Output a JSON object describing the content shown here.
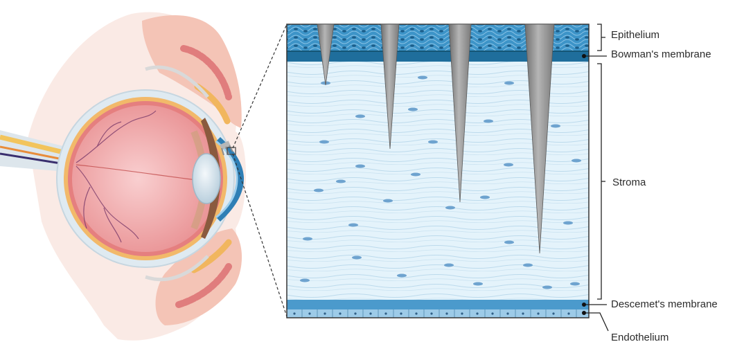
{
  "labels": {
    "epithelium": "Epithelium",
    "bowman": "Bowman's membrane",
    "stroma": "Stroma",
    "descemet": "Descemet's membrane",
    "endothelium": "Endothelium"
  },
  "colors": {
    "epithelium": "#3a8fc4",
    "bowman": "#1f6e9c",
    "stroma_bg": "#e4f3fb",
    "stroma_fibers": "#a9cfe6",
    "keratocyte": "#6ea3cf",
    "descemet": "#4b9acc",
    "endothelium": "#9dcbe8",
    "needle": "#8c8c8c",
    "eyeball": "#f0a3a3",
    "eyelid_skin": "#f3c9bd",
    "sclera": "#dce8ef",
    "optic_nerve": "#f2c45c"
  },
  "needle_count": 4,
  "leader_dot": "bullet"
}
